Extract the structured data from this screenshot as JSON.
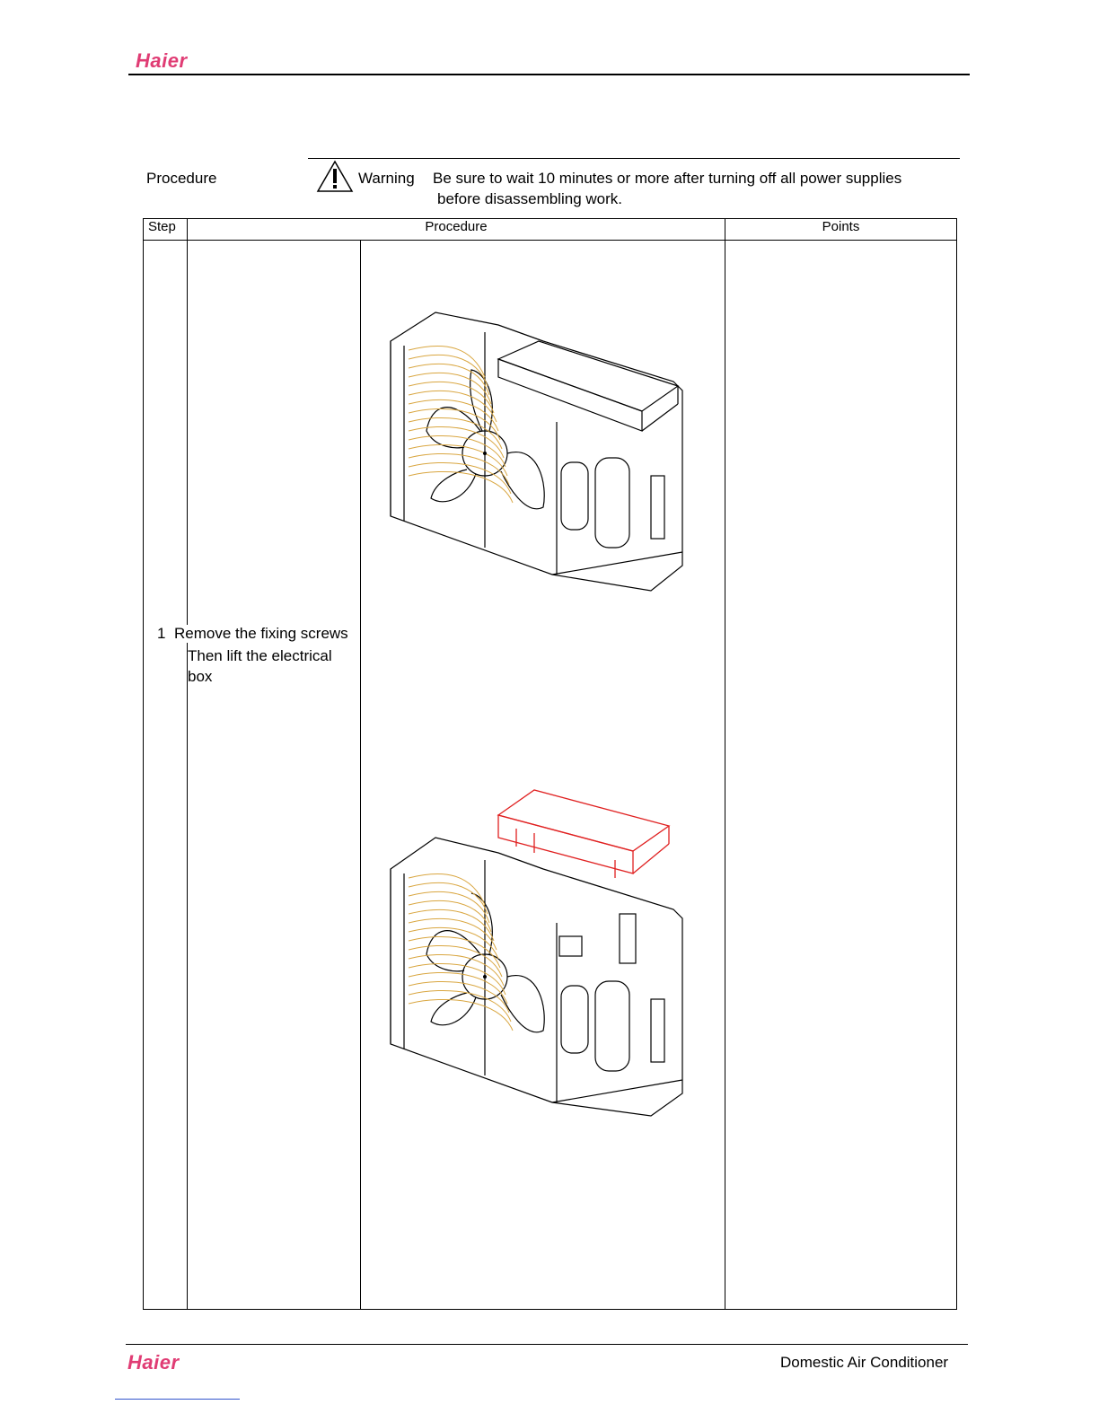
{
  "header": {
    "brand": "Haier"
  },
  "warning": {
    "procedure_label": "Procedure",
    "warning_label": "Warning",
    "line1": "Be sure to wait 10 minutes or more after turning off all power supplies",
    "line2": "before disassembling work."
  },
  "table": {
    "col_step": "Step",
    "col_procedure": "Procedure",
    "col_points": "Points",
    "rows": [
      {
        "step": "1",
        "text_line1": "Remove the fixing screws",
        "text_line2": "Then lift the electrical",
        "text_line3": "box"
      }
    ]
  },
  "footer": {
    "brand": "Haier",
    "right_text": "Domestic Air Conditioner"
  },
  "colors": {
    "brand": "#e03c74",
    "coil": "#d9a640",
    "highlight": "#e02020"
  },
  "figures": [
    {
      "name": "outdoor-unit-assembled",
      "icon": "outdoor-unit-diagram"
    },
    {
      "name": "outdoor-unit-electrical-box-lifted",
      "icon": "outdoor-unit-diagram"
    }
  ]
}
